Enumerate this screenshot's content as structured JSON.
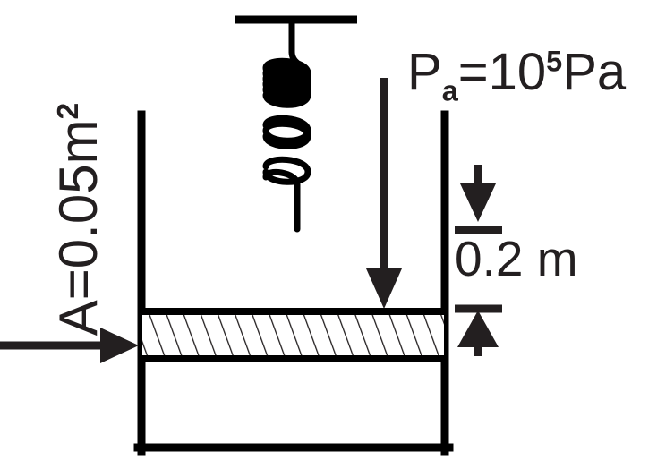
{
  "diagram": {
    "title": "Spring-loaded piston-cylinder device",
    "stroke_color": "#000000",
    "text_color": "#231f20",
    "background_color": "#ffffff"
  },
  "labels": {
    "area": {
      "full": "A=0.05m²",
      "base": "A=0.05m",
      "exponent": "2",
      "orientation": "rotated-90-ccw"
    },
    "pressure": {
      "full": "Pₐ=10⁵Pa",
      "symbol": "P",
      "subscript": "a",
      "equals": "=",
      "mantissa": "10",
      "exponent": "5",
      "unit": "Pa"
    },
    "height": {
      "full": "0.2 m",
      "value": "0.2",
      "unit": "m"
    }
  },
  "components": {
    "cylinder": {
      "name": "cylinder",
      "shape": "open-top-U-container"
    },
    "piston": {
      "name": "piston",
      "fill": "diagonal-hatching"
    },
    "spring": {
      "name": "helical-spring",
      "coils": 6
    },
    "ceiling": {
      "name": "ceiling-support-bar"
    },
    "force_arrow_down": {
      "name": "downward-force-arrow",
      "direction": "down"
    },
    "force_arrow_left": {
      "name": "leftward-pointing-area-arrow",
      "direction": "right"
    },
    "dimension_arrow_top": {
      "name": "dimension-arrow-down",
      "direction": "down"
    },
    "dimension_arrow_bottom": {
      "name": "dimension-arrow-up",
      "direction": "up"
    }
  }
}
